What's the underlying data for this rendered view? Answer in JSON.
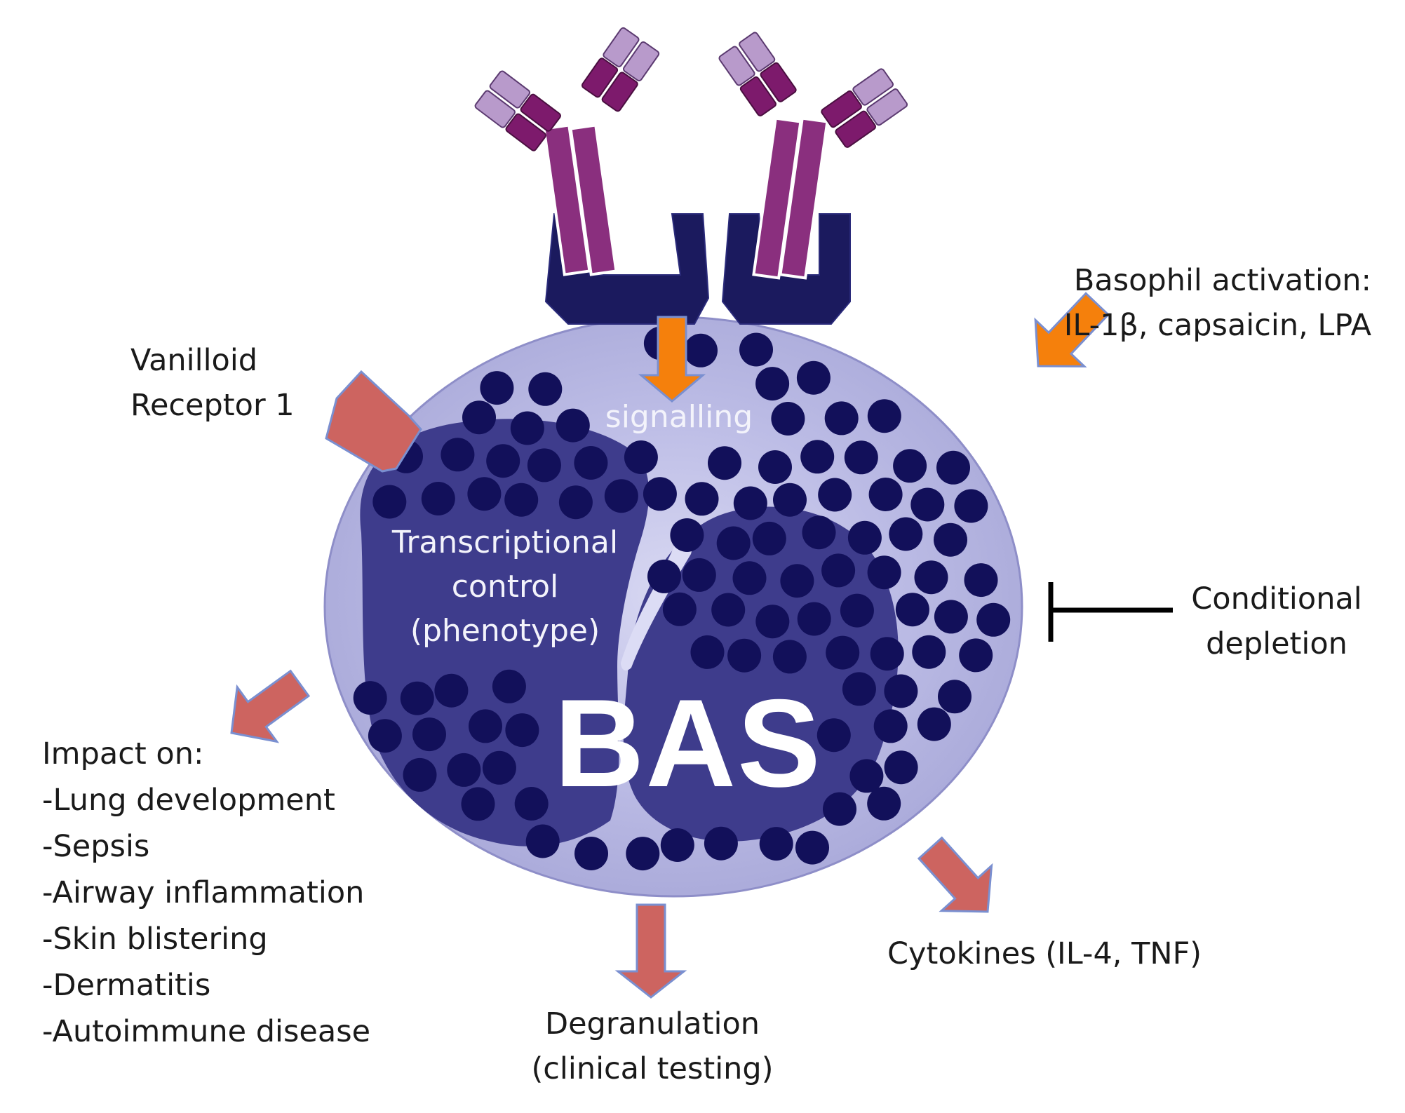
{
  "colors": {
    "cell_fill": "#aeaedc",
    "cell_rim": "#c8c8ea",
    "nucleus": "#3e3c8c",
    "granule": "#12105a",
    "receptor": "#1b1a5e",
    "antibody_heavy": "#8a2f7e",
    "antibody_dark": "#7d1a6c",
    "antibody_light": "#b89acb",
    "activation_arrow": "#f5800c",
    "output_arrow": "#cd6460",
    "inhibit_line": "#000000"
  },
  "icons": [
    "IgE-antibody-icon",
    "fc-receptor-icon",
    "vanilloid-receptor-icon",
    "granule-icon"
  ],
  "labels": {
    "vanilloid": [
      "Vanilloid",
      "Receptor 1"
    ],
    "basophil_activation": [
      "Basophil activation:",
      "IL-1β, capsaicin, LPA"
    ],
    "conditional": [
      "Conditional",
      "depletion"
    ],
    "impact": [
      "Impact on:",
      "-Lung development",
      "-Sepsis",
      "-Airway inflammation",
      "-Skin blistering",
      "-Dermatitis",
      "-Autoimmune disease"
    ],
    "degranulation": [
      "Degranulation",
      "(clinical testing)"
    ],
    "cytokines": "Cytokines (IL-4, TNF)"
  },
  "cell": {
    "signalling": "signalling",
    "transcriptional": [
      "Transcriptional",
      "control",
      "(phenotype)"
    ],
    "name": "BAS"
  }
}
